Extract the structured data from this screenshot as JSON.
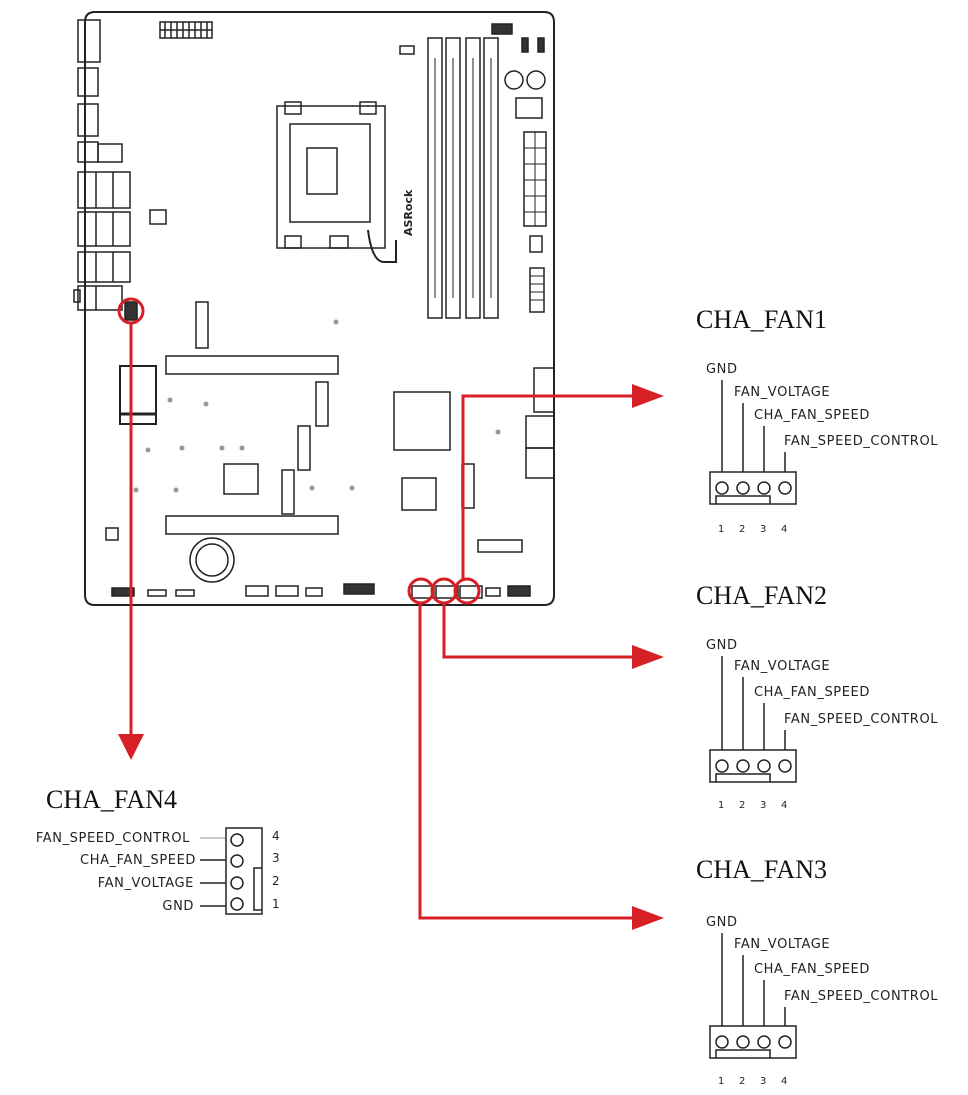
{
  "board": {
    "brand": "ASRock"
  },
  "colors": {
    "arrow": "#d71f26",
    "line": "#222222"
  },
  "headers": [
    {
      "title": "CHA_FAN1",
      "pins": [
        "GND",
        "FAN_VOLTAGE",
        "CHA_FAN_SPEED",
        "FAN_SPEED_CONTROL"
      ],
      "numbers": [
        "1",
        "2",
        "3",
        "4"
      ]
    },
    {
      "title": "CHA_FAN2",
      "pins": [
        "GND",
        "FAN_VOLTAGE",
        "CHA_FAN_SPEED",
        "FAN_SPEED_CONTROL"
      ],
      "numbers": [
        "1",
        "2",
        "3",
        "4"
      ]
    },
    {
      "title": "CHA_FAN3",
      "pins": [
        "GND",
        "FAN_VOLTAGE",
        "CHA_FAN_SPEED",
        "FAN_SPEED_CONTROL"
      ],
      "numbers": [
        "1",
        "2",
        "3",
        "4"
      ]
    },
    {
      "title": "CHA_FAN4",
      "pins": [
        "FAN_SPEED_CONTROL",
        "CHA_FAN_SPEED",
        "FAN_VOLTAGE",
        "GND"
      ],
      "numbers": [
        "4",
        "3",
        "2",
        "1"
      ]
    }
  ]
}
